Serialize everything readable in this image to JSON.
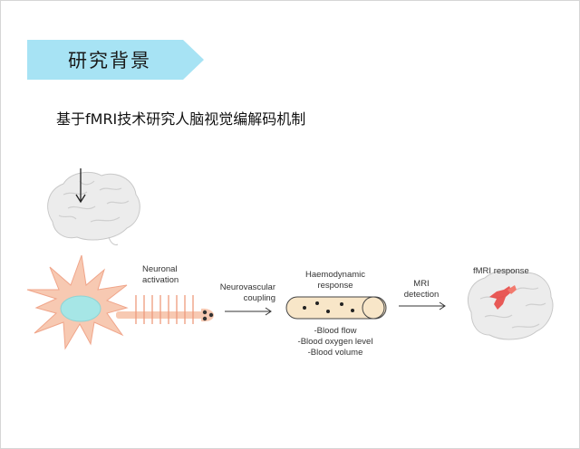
{
  "slide": {
    "title": "研究背景",
    "subtitle": "基于fMRI技术研究人脑视觉编解码机制"
  },
  "diagram": {
    "neuronal_activation": [
      "Neuronal",
      "activation"
    ],
    "neurovascular_coupling": [
      "Neurovascular",
      "coupling"
    ],
    "haemodynamic_response": [
      "Haemodynamic",
      "response"
    ],
    "response_items": [
      "-Blood flow",
      "-Blood oxygen level",
      "-Blood volume"
    ],
    "mri_detection": [
      "MRI",
      "detection"
    ],
    "fmri_response": "fMRI response"
  },
  "colors": {
    "banner": "#a7e3f4",
    "neuron": "#f7c9b2",
    "nucleus": "#a6e6e6",
    "vessel_fill": "#f8e6c8",
    "brain": "#ececec",
    "activation": "#e8403c"
  }
}
